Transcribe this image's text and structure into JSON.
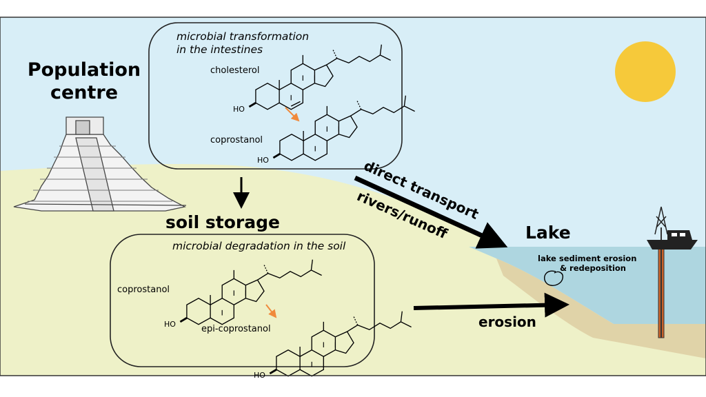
{
  "labels": {
    "population_line1": "Population",
    "population_line2": "centre",
    "soil_storage": "soil storage",
    "lake": "Lake",
    "direct_transport": "direct transport",
    "rivers_runoff": "rivers/runoff",
    "erosion": "erosion",
    "lake_process_line1": "lake sediment erosion",
    "lake_process_line2": "& redeposition"
  },
  "boxes": {
    "intestine": {
      "caption_line1": "microbial transformation",
      "caption_line2": "in the intestines",
      "molecule_from": "cholesterol",
      "molecule_to": "coprostanol"
    },
    "soil": {
      "caption": "microbial degradation in the soil",
      "molecule_from": "coprostanol",
      "molecule_to": "epi-coprostanol"
    }
  },
  "molecule_text": {
    "hydroxyl": "HO",
    "hydrogen": "H"
  },
  "colors": {
    "sky": "#d8eef7",
    "land": "#eef1c8",
    "lake": "#aed6e0",
    "sand": "#e0d3a8",
    "sun": "#f6c93a",
    "core": "#c8622a",
    "reaction_arrow": "#f08a3c"
  }
}
